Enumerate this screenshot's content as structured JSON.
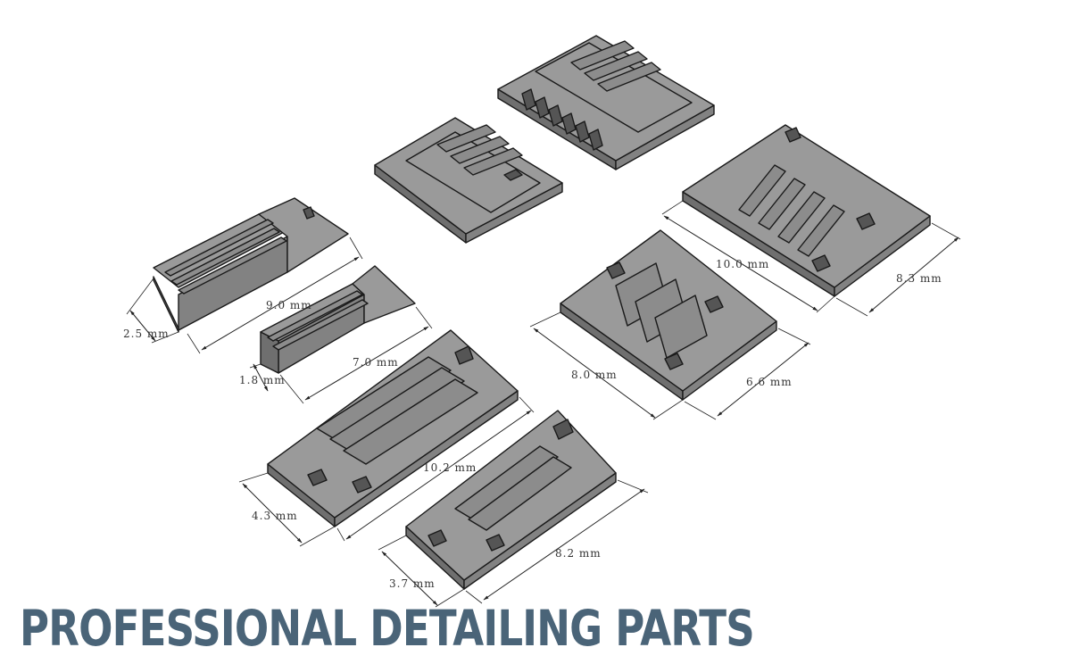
{
  "banner": {
    "title": "PROFESSIONAL DETAILING PARTS"
  },
  "dimensions": {
    "d_2_5": "2.5 mm",
    "d_9_0": "9.0 mm",
    "d_1_8": "1.8 mm",
    "d_7_0": "7.0 mm",
    "d_10_2": "10.2 mm",
    "d_4_3": "4.3 mm",
    "d_3_7": "3.7 mm",
    "d_8_2": "8.2 mm",
    "d_8_0": "8.0 mm",
    "d_6_6": "6.6 mm",
    "d_10_0": "10.0 mm",
    "d_8_3": "8.3 mm"
  },
  "colors": {
    "banner": "#4a6478",
    "part": "#9a9a9a",
    "outline": "#1a1a1a",
    "background": "#ffffff"
  }
}
